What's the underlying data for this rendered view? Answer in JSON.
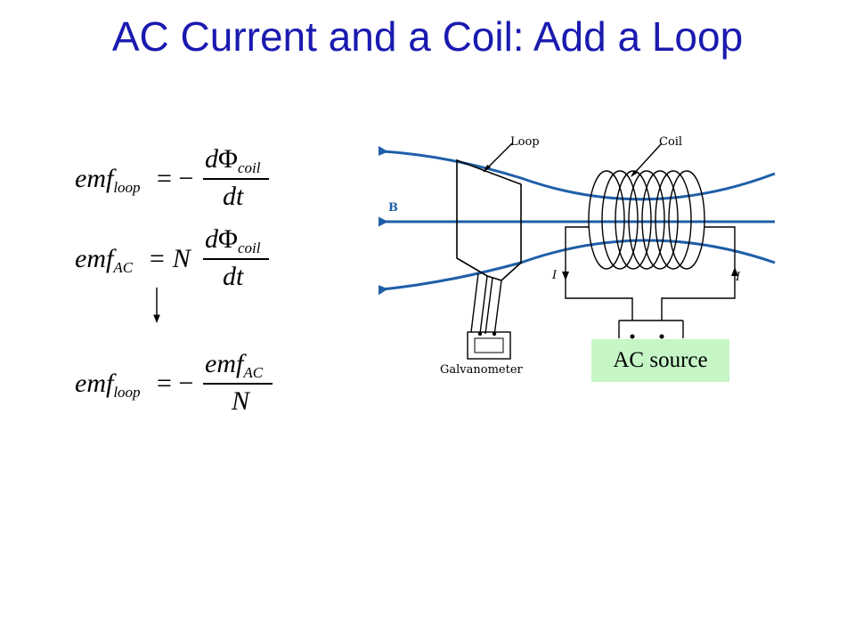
{
  "title": "AC Current and a Coil: Add a Loop",
  "equations": {
    "eq1": {
      "lhs_main": "emf",
      "lhs_sub": "loop",
      "rel": "= −",
      "num_d": "d",
      "num_phi": "Φ",
      "num_sub": "coil",
      "den": "dt"
    },
    "eq2": {
      "lhs_main": "emf",
      "lhs_sub": "AC",
      "rel": "= N",
      "num_d": "d",
      "num_phi": "Φ",
      "num_sub": "coil",
      "den": "dt"
    },
    "eq3": {
      "lhs_main": "emf",
      "lhs_sub": "loop",
      "rel": "= −",
      "num_main": "emf",
      "num_sub": "AC",
      "den": "N"
    }
  },
  "diagram": {
    "labels": {
      "loop": "Loop",
      "coil": "Coil",
      "field": "B",
      "current_left": "I",
      "current_right": "I",
      "galvanometer": "Galvanometer"
    },
    "ac_source": "AC source",
    "colors": {
      "field_lines": "#1f5fa8",
      "ac_box": "#c6f5c6",
      "title": "#1a1ab0"
    }
  }
}
